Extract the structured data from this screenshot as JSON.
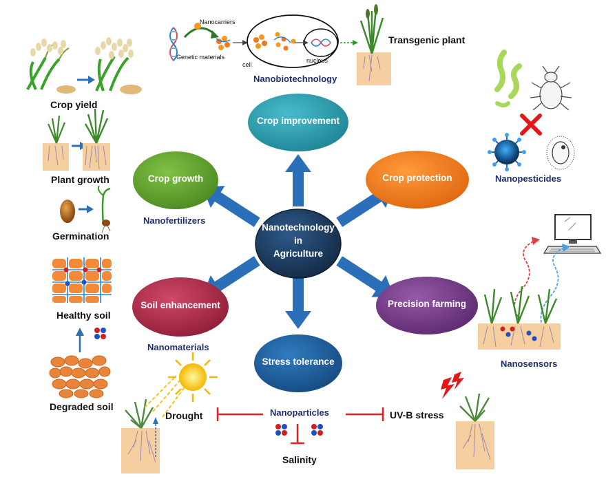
{
  "center": {
    "line1": "Nanotechnology",
    "line2": "in",
    "line3": "Agriculture"
  },
  "nodes": {
    "crop_improvement": "Crop improvement",
    "crop_protection": "Crop protection",
    "precision_farming": "Precision farming",
    "stress_tolerance": "Stress tolerance",
    "soil_enhancement": "Soil enhancement",
    "crop_growth": "Crop growth"
  },
  "nano_labels": {
    "nanobiotechnology": "Nanobiotechnology",
    "nanopesticides": "Nanopesticides",
    "nanosensors": "Nanosensors",
    "nanoparticles": "Nanoparticles",
    "nanomaterials": "Nanomaterials",
    "nanofertilizers": "Nanofertilizers"
  },
  "side_labels": {
    "crop_yield": "Crop yield",
    "plant_growth": "Plant growth",
    "germination": "Germination",
    "healthy_soil": "Healthy soil",
    "degraded_soil": "Degraded soil",
    "drought": "Drought",
    "uvb_stress": "UV-B stress",
    "salinity": "Salinity",
    "transgenic_plant": "Transgenic plant"
  },
  "biotech_labels": {
    "nanocarriers": "Nanocarriers",
    "genetic_materials": "Genetic materials",
    "cell": "cell",
    "nucleus": "nucleus"
  },
  "colors": {
    "center": "#1f3f66",
    "crop_improvement": "#2a9fb0",
    "crop_protection": "#f07a1a",
    "precision_farming": "#7a3a8c",
    "stress_tolerance": "#1f5f9e",
    "soil_enhancement": "#b42b4a",
    "crop_growth": "#63a82e",
    "arrow": "#2b6fb8",
    "inhibit": "#e02020",
    "nano_text": "#1f2f6e"
  }
}
